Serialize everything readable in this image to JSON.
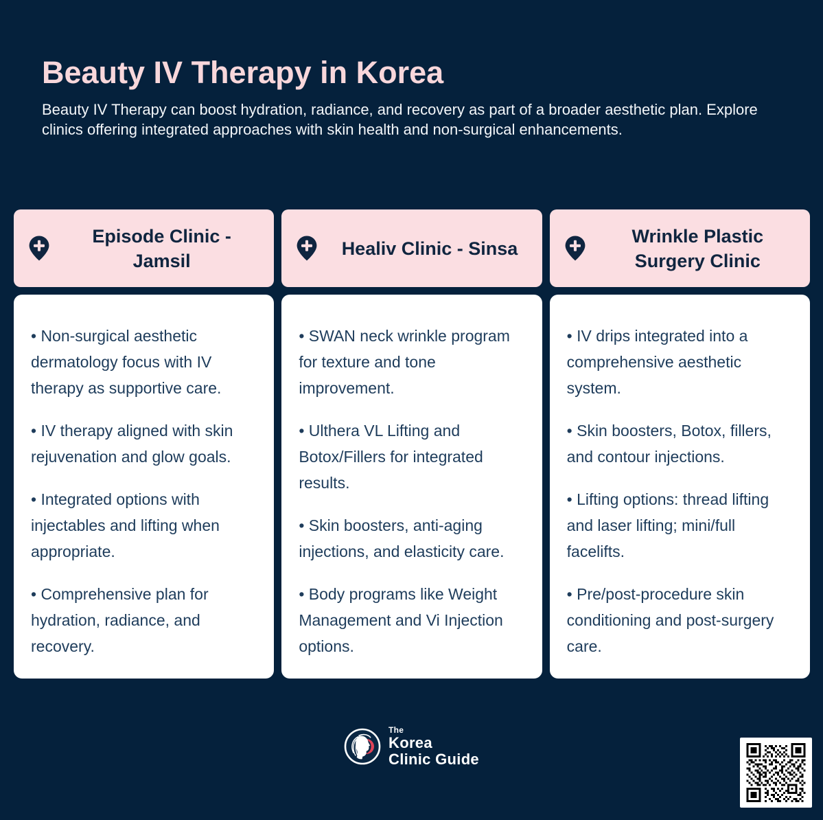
{
  "hero": {
    "title": "Beauty IV Therapy in Korea",
    "subtitle": "Beauty IV Therapy can boost hydration, radiance, and recovery as part of a broader aesthetic plan. Explore clinics offering integrated approaches with skin health and non-surgical enhancements."
  },
  "clinics": [
    {
      "name": "Episode Clinic - Jamsil",
      "pin_icon": "medical-location-pin-icon",
      "bullets": [
        "• Non-surgical aesthetic dermatology focus with IV therapy as supportive care.",
        "• IV therapy aligned with skin rejuvenation and glow goals.",
        "• Integrated options with injectables and lifting when appropriate.",
        "• Comprehensive plan for hydration, radiance, and recovery."
      ]
    },
    {
      "name": "Healiv Clinic - Sinsa",
      "pin_icon": "medical-location-pin-icon",
      "bullets": [
        "• SWAN neck wrinkle program for texture and tone improvement.",
        "• Ulthera VL Lifting and Botox/Fillers for integrated results.",
        "• Skin boosters, anti-aging injections, and elasticity care.",
        "• Body programs like Weight Management and Vi Injection options."
      ]
    },
    {
      "name": "Wrinkle Plastic Surgery Clinic",
      "pin_icon": "medical-location-pin-icon",
      "bullets": [
        "• IV drips integrated into a comprehensive aesthetic system.",
        "• Skin boosters, Botox, fillers, and contour injections.",
        "• Lifting options: thread lifting and laser lifting; mini/full facelifts.",
        "• Pre/post-procedure skin conditioning and post-surgery care."
      ]
    }
  ],
  "footer": {
    "logo": {
      "icon": "woman-profile-logo-icon",
      "line1": "The",
      "line2": "Korea",
      "line3": "Clinic Guide"
    },
    "qr_icon": "qr-code"
  },
  "colors": {
    "background_navy": "#05213c",
    "card_header_pink": "#fbdee2",
    "title_pink": "#f8d7db",
    "body_text_navy": "#1e3c5b",
    "header_text_navy": "#10253f",
    "logo_accent_red": "#e04358",
    "card_white": "#ffffff"
  }
}
